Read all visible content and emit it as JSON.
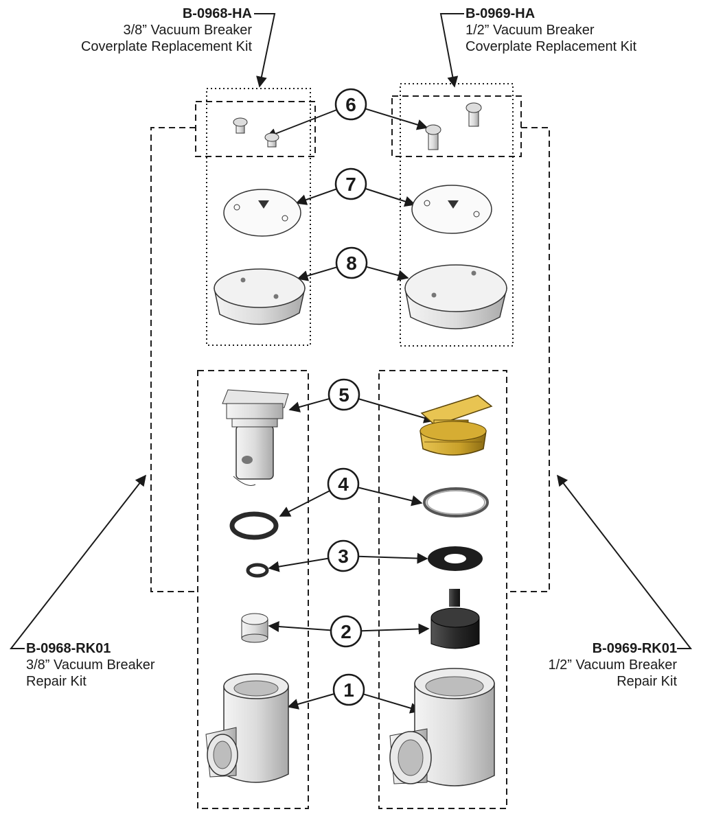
{
  "kits": {
    "ha_38": {
      "code": "B-0968-HA",
      "line1": "3/8”  Vacuum Breaker",
      "line2": "Coverplate Replacement Kit"
    },
    "ha_12": {
      "code": "B-0969-HA",
      "line1": "1/2”  Vacuum Breaker",
      "line2": "Coverplate Replacement Kit"
    },
    "rk_38": {
      "code": "B-0968-RK01",
      "line1": "3/8”  Vacuum Breaker",
      "line2": "Repair Kit"
    },
    "rk_12": {
      "code": "B-0969-RK01",
      "line1": "1/2”  Vacuum Breaker",
      "line2": "Repair Kit"
    }
  },
  "callouts": [
    "1",
    "2",
    "3",
    "4",
    "5",
    "6",
    "7",
    "8"
  ],
  "parts": {
    "screw": "screw",
    "label_plate": "coverplate-label",
    "cap": "coverplate-cap",
    "poppet_38": "poppet-guide",
    "poppet_12": "brass-poppet-guide",
    "oring": "o-ring",
    "disc": "disc-seal",
    "float": "float",
    "body": "vacuum-breaker-body"
  },
  "colors": {
    "brass": "#c9a12a",
    "part": "#e4e4e4",
    "line": "#1a1a1a"
  }
}
